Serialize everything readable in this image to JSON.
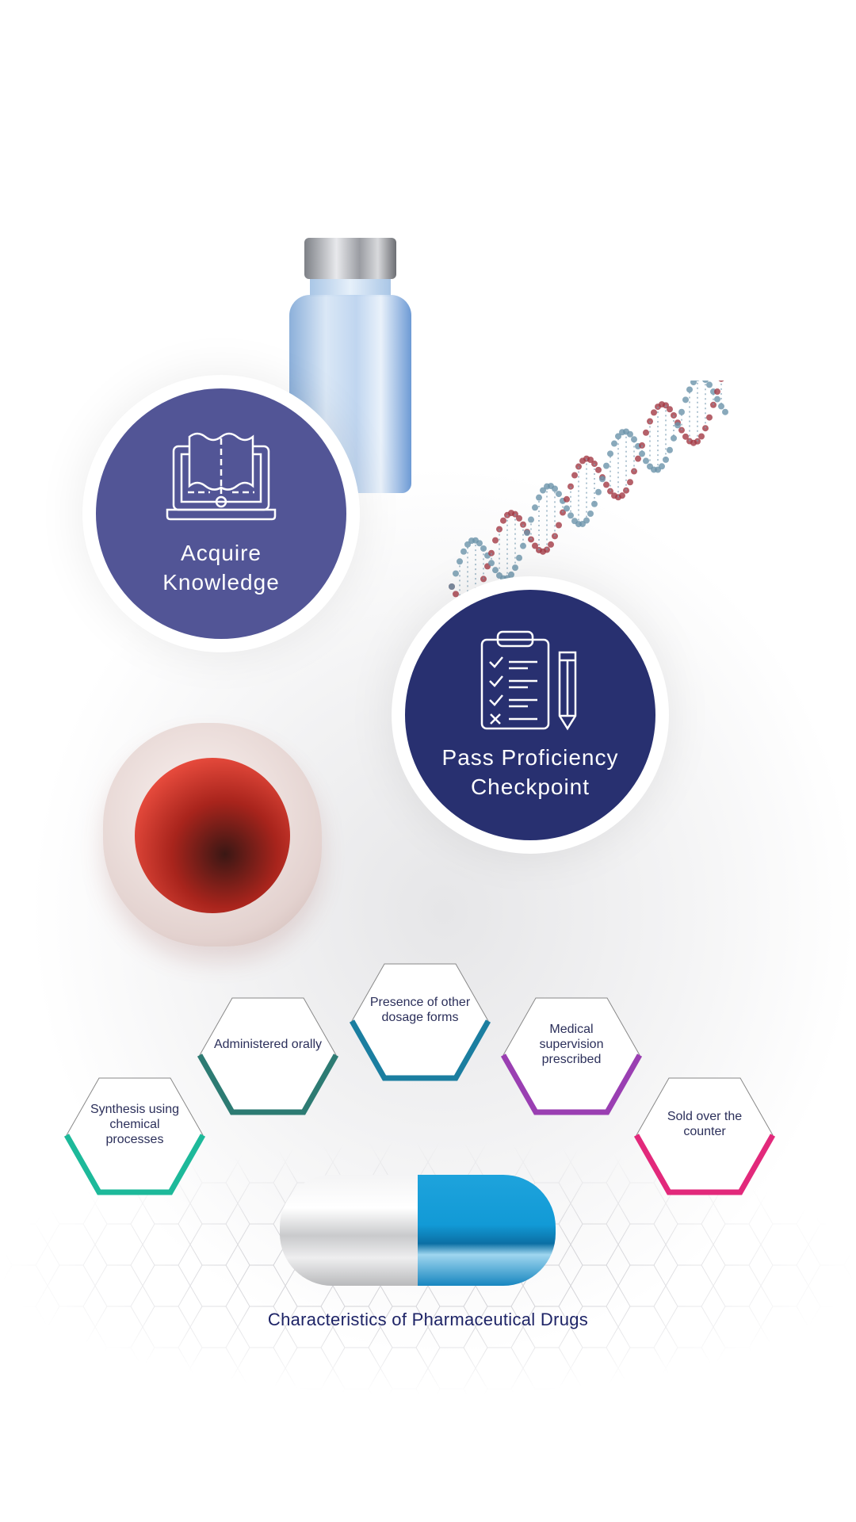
{
  "steps": [
    {
      "label_line1": "Acquire",
      "label_line2": "Knowledge",
      "color": "#525596"
    },
    {
      "label_line1": "Pass Proficiency",
      "label_line2": "Checkpoint",
      "color": "#283070"
    }
  ],
  "characteristics": [
    {
      "text": "Synthesis using chemical processes",
      "color": "#1db99a"
    },
    {
      "text": "Administered orally",
      "color": "#2d7b73"
    },
    {
      "text": "Presence of other dosage forms",
      "color": "#1b7ea0"
    },
    {
      "text": "Medical supervision prescribed",
      "color": "#9a3fb2"
    },
    {
      "text": "Sold over the counter",
      "color": "#e2297b"
    }
  ],
  "title": "Characteristics of Pharmaceutical Drugs"
}
